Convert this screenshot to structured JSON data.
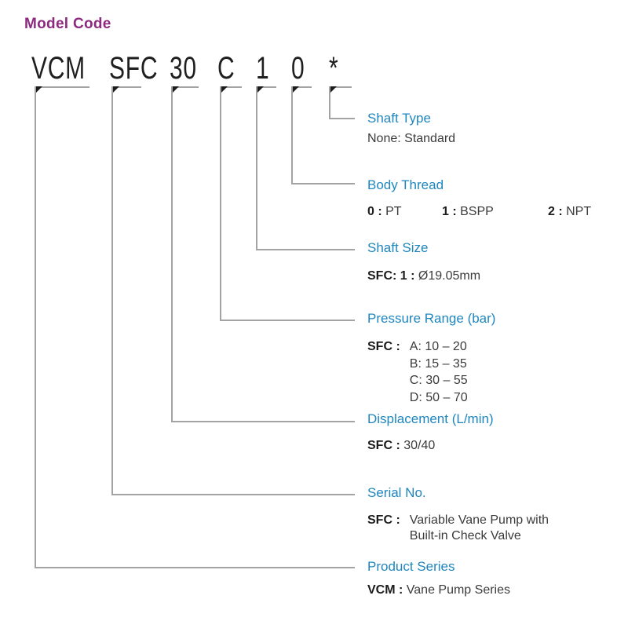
{
  "title": "Model Code",
  "colors": {
    "title": "#8d2a7f",
    "section_label": "#1f86be",
    "body_text": "#3b3b3b",
    "bold_text": "#1c1c1c",
    "connector_line": "#a3a3a3",
    "corner_triangle": "#1c1c1c"
  },
  "code": {
    "segments": [
      {
        "text": "VCM"
      },
      {
        "text": "SFC"
      },
      {
        "text": "30"
      },
      {
        "text": "C"
      },
      {
        "text": "1"
      },
      {
        "text": "0"
      },
      {
        "text": "*"
      }
    ]
  },
  "sections": [
    {
      "id": "shaft-type",
      "label": "Shaft Type",
      "note": "None: Standard"
    },
    {
      "id": "body-thread",
      "label": "Body Thread",
      "options": [
        {
          "key": "0 :",
          "value": "PT"
        },
        {
          "key": "1 :",
          "value": "BSPP"
        },
        {
          "key": "2 :",
          "value": "NPT"
        }
      ]
    },
    {
      "id": "shaft-size",
      "label": "Shaft Size",
      "prefix": "SFC:",
      "key": "1 :",
      "value": "Ø19.05mm"
    },
    {
      "id": "pressure-range",
      "label": "Pressure Range (bar)",
      "prefix": "SFC :",
      "rows": [
        "A: 10 – 20",
        "B: 15 – 35",
        "C: 30 – 55",
        "D: 50 – 70"
      ]
    },
    {
      "id": "displacement",
      "label": "Displacement (L/min)",
      "prefix": "SFC :",
      "value": "30/40"
    },
    {
      "id": "serial-no",
      "label": "Serial No.",
      "prefix": "SFC :",
      "value_lines": [
        "Variable Vane Pump with",
        "Built-in Check Valve"
      ]
    },
    {
      "id": "product-series",
      "label": "Product Series",
      "prefix": "VCM :",
      "value": "Vane Pump Series"
    }
  ]
}
